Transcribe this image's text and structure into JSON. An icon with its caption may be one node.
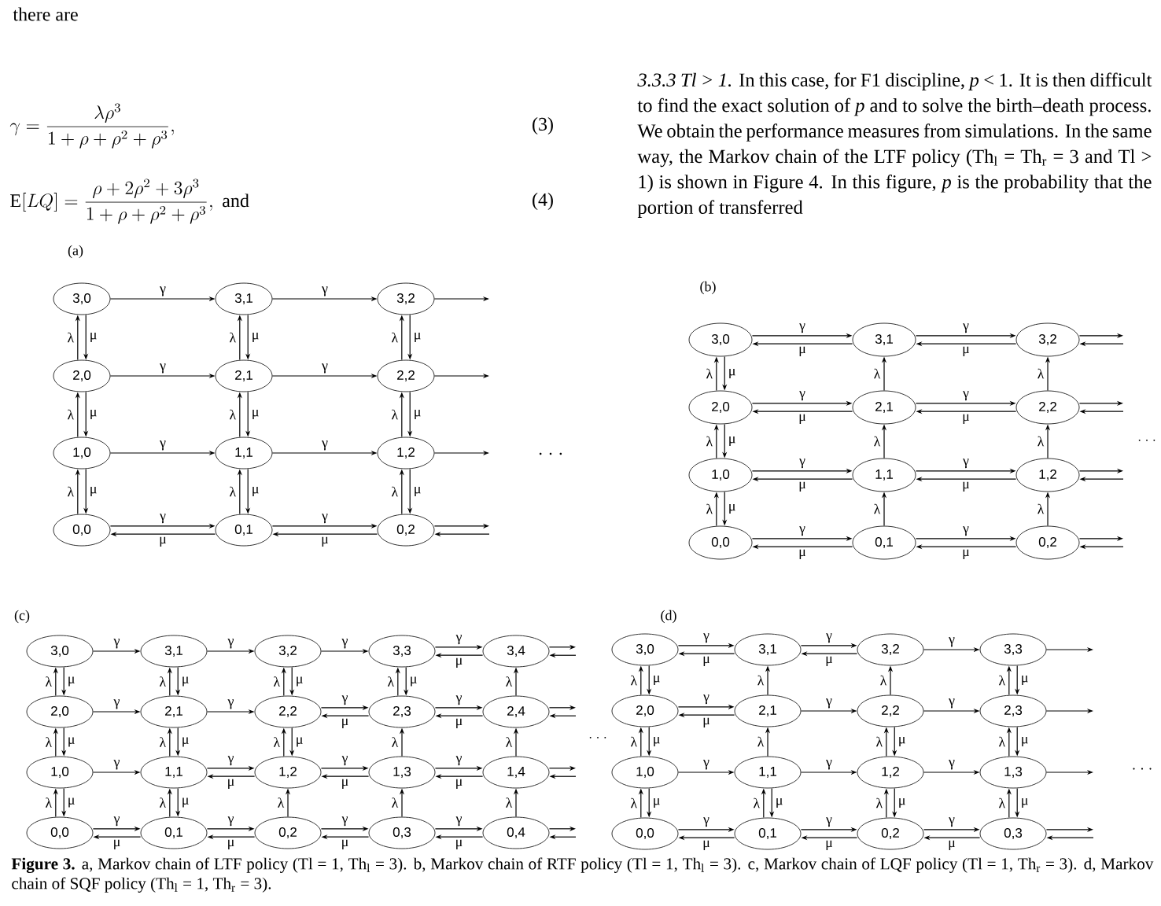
{
  "diagram": {
    "caption": "**Figure 3.** a, Markov chain of LTF policy (Tl = 1, Th$_{l}$ = 3). b, Markov chain of RTF policy (Tl = 1, Th$_{l}$ = 3). c, Markov chain of LQF policy (Tl = 1, Th$_{r}$ = 3). d, Markov chain of SQF policy (Th$_{l}$ = 1, Th$_{r}$ = 3).",
    "nodes": [
      {
        "text": [
          "3,0"
        ]
      },
      {
        "text": [
          "3,1"
        ]
      },
      {
        "text": [
          "3,2"
        ]
      },
      {
        "text": [
          "2,0"
        ]
      },
      {
        "text": [
          "2,1"
        ]
      },
      {
        "text": [
          "2,2"
        ]
      },
      {
        "text": [
          "1,0"
        ]
      },
      {
        "text": [
          "1,1"
        ]
      },
      {
        "text": [
          "1,2"
        ]
      },
      {
        "text": [
          "0,0"
        ]
      },
      {
        "text": [
          "0,1"
        ]
      },
      {
        "text": [
          "0,2"
        ]
      },
      {
        "text": [
          "3,0"
        ]
      },
      {
        "text": [
          "3,1"
        ]
      },
      {
        "text": [
          "3,2"
        ]
      },
      {
        "text": [
          "2,0"
        ]
      },
      {
        "text": [
          "2,1"
        ]
      },
      {
        "text": [
          "2,2"
        ]
      },
      {
        "text": [
          "1,0"
        ]
      },
      {
        "text": [
          "1,1"
        ]
      },
      {
        "text": [
          "1,2"
        ]
      },
      {
        "text": [
          "0,0"
        ]
      },
      {
        "text": [
          "0,1"
        ]
      },
      {
        "text": [
          "0,2"
        ]
      },
      {
        "text": [
          "3,0"
        ]
      },
      {
        "text": [
          "3,1"
        ]
      },
      {
        "text": [
          "3,2"
        ]
      },
      {
        "text": [
          "3,3"
        ]
      },
      {
        "text": [
          "3,4"
        ]
      },
      {
        "text": [
          "2,0"
        ]
      },
      {
        "text": [
          "2,1"
        ]
      },
      {
        "text": [
          "2,2"
        ]
      },
      {
        "text": [
          "2,3"
        ]
      },
      {
        "text": [
          "2,4"
        ]
      },
      {
        "text": [
          "1,0"
        ]
      },
      {
        "text": [
          "1,1"
        ]
      },
      {
        "text": [
          "1,2"
        ]
      },
      {
        "text": [
          "1,3"
        ]
      },
      {
        "text": [
          "1,4"
        ]
      },
      {
        "text": [
          "0,0"
        ]
      },
      {
        "text": [
          "0,1"
        ]
      },
      {
        "text": [
          "0,2"
        ]
      },
      {
        "text": [
          "0,3"
        ]
      },
      {
        "text": [
          "0,4"
        ]
      },
      {
        "text": [
          "3,0"
        ]
      },
      {
        "text": [
          "3,1"
        ]
      },
      {
        "text": [
          "3,2"
        ]
      },
      {
        "text": [
          "3,3"
        ]
      },
      {
        "text": [
          "2,0"
        ]
      },
      {
        "text": [
          "2,1"
        ]
      },
      {
        "text": [
          "2,2"
        ]
      },
      {
        "text": [
          "2,3"
        ]
      },
      {
        "text": [
          "1,0"
        ]
      },
      {
        "text": [
          "1,1"
        ]
      },
      {
        "text": [
          "1,2"
        ]
      },
      {
        "text": [
          "1,3"
        ]
      },
      {
        "text": [
          "0,0"
        ]
      },
      {
        "text": [
          "0,1"
        ]
      },
      {
        "text": [
          "0,2"
        ]
      },
      {
        "text": [
          "0,3"
        ]
      }
    ],
    "edges": [
      {
        "from": 0,
        "to": 1,
        "arrow": "to",
        "label": "γ"
      },
      {
        "from": 1,
        "to": 2,
        "arrow": "to",
        "label": "γ"
      },
      {
        "from": 3,
        "to": 4,
        "arrow": "to",
        "label": "γ"
      },
      {
        "from": 4,
        "to": 5,
        "arrow": "to",
        "label": "γ"
      },
      {
        "from": 6,
        "to": 7,
        "arrow": "to",
        "label": "γ"
      },
      {
        "from": 7,
        "to": 8,
        "arrow": "to",
        "label": "γ"
      },
      {
        "from": 9,
        "to": 10,
        "arrow": "to",
        "label": "γ"
      },
      {
        "from": 10,
        "to": 11,
        "arrow": "to",
        "label": "γ"
      },
      {
        "from": 10,
        "to": 9,
        "arrow": "to",
        "label": "μ"
      },
      {
        "from": 11,
        "to": 10,
        "arrow": "to",
        "label": "μ"
      },
      {
        "from": 2,
        "to": null,
        "arrow": "to"
      },
      {
        "from": 5,
        "to": null,
        "arrow": "to"
      },
      {
        "from": 8,
        "to": null,
        "arrow": "to"
      },
      {
        "from": 11,
        "to": null,
        "arrow": "to"
      },
      {
        "from": null,
        "to": 11,
        "arrow": "to"
      },
      {
        "from": 9,
        "to": 6,
        "arrow": "to",
        "label": "λ"
      },
      {
        "from": 6,
        "to": 3,
        "arrow": "to",
        "label": "λ"
      },
      {
        "from": 3,
        "to": 0,
        "arrow": "to",
        "label": "λ"
      },
      {
        "from": 10,
        "to": 7,
        "arrow": "to",
        "label": "λ"
      },
      {
        "from": 7,
        "to": 4,
        "arrow": "to",
        "label": "λ"
      },
      {
        "from": 4,
        "to": 1,
        "arrow": "to",
        "label": "λ"
      },
      {
        "from": 11,
        "to": 8,
        "arrow": "to",
        "label": "λ"
      },
      {
        "from": 8,
        "to": 5,
        "arrow": "to",
        "label": "λ"
      },
      {
        "from": 5,
        "to": 2,
        "arrow": "to",
        "label": "λ"
      },
      {
        "from": 0,
        "to": 3,
        "arrow": "to",
        "label": "μ"
      },
      {
        "from": 3,
        "to": 6,
        "arrow": "to",
        "label": "μ"
      },
      {
        "from": 6,
        "to": 9,
        "arrow": "to",
        "label": "μ"
      },
      {
        "from": 1,
        "to": 4,
        "arrow": "to",
        "label": "μ"
      },
      {
        "from": 4,
        "to": 7,
        "arrow": "to",
        "label": "μ"
      },
      {
        "from": 7,
        "to": 10,
        "arrow": "to",
        "label": "μ"
      },
      {
        "from": 2,
        "to": 5,
        "arrow": "to",
        "label": "μ"
      },
      {
        "from": 5,
        "to": 8,
        "arrow": "to",
        "label": "μ"
      },
      {
        "from": 8,
        "to": 11,
        "arrow": "to",
        "label": "μ"
      },
      {
        "from": 12,
        "to": 13,
        "arrow": "to",
        "label": "γ"
      },
      {
        "from": 13,
        "to": 14,
        "arrow": "to",
        "label": "γ"
      },
      {
        "from": 15,
        "to": 16,
        "arrow": "to",
        "label": "γ"
      },
      {
        "from": 16,
        "to": 17,
        "arrow": "to",
        "label": "γ"
      },
      {
        "from": 18,
        "to": 19,
        "arrow": "to",
        "label": "γ"
      },
      {
        "from": 19,
        "to": 20,
        "arrow": "to",
        "label": "γ"
      },
      {
        "from": 21,
        "to": 22,
        "arrow": "to",
        "label": "γ"
      },
      {
        "from": 22,
        "to": 23,
        "arrow": "to",
        "label": "γ"
      },
      {
        "from": 13,
        "to": 12,
        "arrow": "to",
        "label": "μ"
      },
      {
        "from": 14,
        "to": 13,
        "arrow": "to",
        "label": "μ"
      },
      {
        "from": 16,
        "to": 15,
        "arrow": "to",
        "label": "μ"
      },
      {
        "from": 17,
        "to": 16,
        "arrow": "to",
        "label": "μ"
      },
      {
        "from": 19,
        "to": 18,
        "arrow": "to",
        "label": "μ"
      },
      {
        "from": 20,
        "to": 19,
        "arrow": "to",
        "label": "μ"
      },
      {
        "from": 22,
        "to": 21,
        "arrow": "to",
        "label": "μ"
      },
      {
        "from": 23,
        "to": 22,
        "arrow": "to",
        "label": "μ"
      },
      {
        "from": 14,
        "to": null,
        "arrow": "to"
      },
      {
        "from": null,
        "to": 14,
        "arrow": "to"
      },
      {
        "from": 17,
        "to": null,
        "arrow": "to"
      },
      {
        "from": null,
        "to": 17,
        "arrow": "to"
      },
      {
        "from": 20,
        "to": null,
        "arrow": "to"
      },
      {
        "from": null,
        "to": 20,
        "arrow": "to"
      },
      {
        "from": 23,
        "to": null,
        "arrow": "to"
      },
      {
        "from": null,
        "to": 23,
        "arrow": "to"
      },
      {
        "from": 21,
        "to": 18,
        "arrow": "to",
        "label": "λ"
      },
      {
        "from": 18,
        "to": 15,
        "arrow": "to",
        "label": "λ"
      },
      {
        "from": 15,
        "to": 12,
        "arrow": "to",
        "label": "λ"
      },
      {
        "from": 12,
        "to": 15,
        "arrow": "to",
        "label": "μ"
      },
      {
        "from": 15,
        "to": 18,
        "arrow": "to",
        "label": "μ"
      },
      {
        "from": 18,
        "to": 21,
        "arrow": "to",
        "label": "μ"
      },
      {
        "from": 22,
        "to": 19,
        "arrow": "to",
        "label": "λ"
      },
      {
        "from": 19,
        "to": 16,
        "arrow": "to",
        "label": "λ"
      },
      {
        "from": 16,
        "to": 13,
        "arrow": "to",
        "label": "λ"
      },
      {
        "from": 23,
        "to": 20,
        "arrow": "to",
        "label": "λ"
      },
      {
        "from": 20,
        "to": 17,
        "arrow": "to",
        "label": "λ"
      },
      {
        "from": 17,
        "to": 14,
        "arrow": "to",
        "label": "λ"
      },
      {
        "from": 24,
        "to": 25,
        "arrow": "to",
        "label": "γ"
      },
      {
        "from": 25,
        "to": 26,
        "arrow": "to",
        "label": "γ"
      },
      {
        "from": 26,
        "to": 27,
        "arrow": "to",
        "label": "γ"
      },
      {
        "from": 27,
        "to": 28,
        "arrow": "to",
        "label": "γ"
      },
      {
        "from": 28,
        "to": 27,
        "arrow": "to",
        "label": "μ"
      },
      {
        "from": 28,
        "to": null,
        "arrow": "to"
      },
      {
        "from": null,
        "to": 28,
        "arrow": "to"
      },
      {
        "from": 29,
        "to": 30,
        "arrow": "to",
        "label": "γ"
      },
      {
        "from": 30,
        "to": 31,
        "arrow": "to",
        "label": "γ"
      },
      {
        "from": 31,
        "to": 32,
        "arrow": "to",
        "label": "γ"
      },
      {
        "from": 32,
        "to": 33,
        "arrow": "to",
        "label": "γ"
      },
      {
        "from": 32,
        "to": 31,
        "arrow": "to",
        "label": "μ"
      },
      {
        "from": 33,
        "to": 32,
        "arrow": "to",
        "label": "μ"
      },
      {
        "from": 33,
        "to": null,
        "arrow": "to"
      },
      {
        "from": null,
        "to": 33,
        "arrow": "to"
      },
      {
        "from": 34,
        "to": 35,
        "arrow": "to",
        "label": "γ"
      },
      {
        "from": 35,
        "to": 36,
        "arrow": "to",
        "label": "γ"
      },
      {
        "from": 36,
        "to": 37,
        "arrow": "to",
        "label": "γ"
      },
      {
        "from": 37,
        "to": 38,
        "arrow": "to",
        "label": "γ"
      },
      {
        "from": 36,
        "to": 35,
        "arrow": "to",
        "label": "μ"
      },
      {
        "from": 37,
        "to": 36,
        "arrow": "to",
        "label": "μ"
      },
      {
        "from": 38,
        "to": 37,
        "arrow": "to",
        "label": "μ"
      },
      {
        "from": 38,
        "to": null,
        "arrow": "to"
      },
      {
        "from": null,
        "to": 38,
        "arrow": "to"
      },
      {
        "from": 39,
        "to": 40,
        "arrow": "to",
        "label": "γ"
      },
      {
        "from": 40,
        "to": 41,
        "arrow": "to",
        "label": "γ"
      },
      {
        "from": 41,
        "to": 42,
        "arrow": "to",
        "label": "γ"
      },
      {
        "from": 42,
        "to": 43,
        "arrow": "to",
        "label": "γ"
      },
      {
        "from": 40,
        "to": 39,
        "arrow": "to",
        "label": "μ"
      },
      {
        "from": 41,
        "to": 40,
        "arrow": "to",
        "label": "μ"
      },
      {
        "from": 42,
        "to": 41,
        "arrow": "to",
        "label": "μ"
      },
      {
        "from": 43,
        "to": 42,
        "arrow": "to",
        "label": "μ"
      },
      {
        "from": 43,
        "to": null,
        "arrow": "to"
      },
      {
        "from": null,
        "to": 43,
        "arrow": "to"
      },
      {
        "from": 39,
        "to": 34,
        "arrow": "to",
        "label": "λ"
      },
      {
        "from": 34,
        "to": 29,
        "arrow": "to",
        "label": "λ"
      },
      {
        "from": 29,
        "to": 24,
        "arrow": "to",
        "label": "λ"
      },
      {
        "from": 24,
        "to": 29,
        "arrow": "to",
        "label": "μ"
      },
      {
        "from": 29,
        "to": 34,
        "arrow": "to",
        "label": "μ"
      },
      {
        "from": 34,
        "to": 39,
        "arrow": "to",
        "label": "μ"
      },
      {
        "from": 40,
        "to": 35,
        "arrow": "to",
        "label": "λ"
      },
      {
        "from": 35,
        "to": 30,
        "arrow": "to",
        "label": "λ"
      },
      {
        "from": 30,
        "to": 25,
        "arrow": "to",
        "label": "λ"
      },
      {
        "from": 25,
        "to": 30,
        "arrow": "to",
        "label": "μ"
      },
      {
        "from": 30,
        "to": 35,
        "arrow": "to",
        "label": "μ"
      },
      {
        "from": 35,
        "to": 40,
        "arrow": "to",
        "label": "μ"
      },
      {
        "from": 41,
        "to": 36,
        "arrow": "to",
        "label": "λ"
      },
      {
        "from": 36,
        "to": 31,
        "arrow": "to",
        "label": "λ"
      },
      {
        "from": 31,
        "to": 26,
        "arrow": "to",
        "label": "λ"
      },
      {
        "from": 26,
        "to": 31,
        "arrow": "to",
        "label": "μ"
      },
      {
        "from": 31,
        "to": 36,
        "arrow": "to",
        "label": "μ"
      },
      {
        "from": 42,
        "to": 37,
        "arrow": "to",
        "label": "λ"
      },
      {
        "from": 37,
        "to": 32,
        "arrow": "to",
        "label": "λ"
      },
      {
        "from": 32,
        "to": 27,
        "arrow": "to",
        "label": "λ"
      },
      {
        "from": 27,
        "to": 32,
        "arrow": "to",
        "label": "μ"
      },
      {
        "from": 43,
        "to": 38,
        "arrow": "to",
        "label": "λ"
      },
      {
        "from": 38,
        "to": 33,
        "arrow": "to",
        "label": "λ"
      },
      {
        "from": 33,
        "to": 28,
        "arrow": "to",
        "label": "λ"
      },
      {
        "from": 44,
        "to": 45,
        "arrow": "to",
        "label": "γ"
      },
      {
        "from": 45,
        "to": 46,
        "arrow": "to",
        "label": "γ"
      },
      {
        "from": 46,
        "to": 47,
        "arrow": "to",
        "label": "γ"
      },
      {
        "from": 45,
        "to": 44,
        "arrow": "to",
        "label": "μ"
      },
      {
        "from": 46,
        "to": 45,
        "arrow": "to",
        "label": "μ"
      },
      {
        "from": 47,
        "to": null,
        "arrow": "to"
      },
      {
        "from": 48,
        "to": 49,
        "arrow": "to",
        "label": "γ"
      },
      {
        "from": 49,
        "to": 50,
        "arrow": "to",
        "label": "γ"
      },
      {
        "from": 50,
        "to": 51,
        "arrow": "to",
        "label": "γ"
      },
      {
        "from": 49,
        "to": 48,
        "arrow": "to",
        "label": "μ"
      },
      {
        "from": 51,
        "to": null,
        "arrow": "to"
      },
      {
        "from": 52,
        "to": 53,
        "arrow": "to",
        "label": "γ"
      },
      {
        "from": 53,
        "to": 54,
        "arrow": "to",
        "label": "γ"
      },
      {
        "from": 54,
        "to": 55,
        "arrow": "to",
        "label": "γ"
      },
      {
        "from": 55,
        "to": null,
        "arrow": "to"
      },
      {
        "from": 56,
        "to": 57,
        "arrow": "to",
        "label": "γ"
      },
      {
        "from": 57,
        "to": 58,
        "arrow": "to",
        "label": "γ"
      },
      {
        "from": 58,
        "to": 59,
        "arrow": "to",
        "label": "γ"
      },
      {
        "from": 57,
        "to": 56,
        "arrow": "to",
        "label": "μ"
      },
      {
        "from": 58,
        "to": 57,
        "arrow": "to",
        "label": "μ"
      },
      {
        "from": 59,
        "to": 58,
        "arrow": "to",
        "label": "μ"
      },
      {
        "from": 59,
        "to": null,
        "arrow": "to"
      },
      {
        "from": null,
        "to": 59,
        "arrow": "to"
      },
      {
        "from": 56,
        "to": 52,
        "arrow": "to",
        "label": "λ"
      },
      {
        "from": 52,
        "to": 48,
        "arrow": "to",
        "label": "λ"
      },
      {
        "from": 48,
        "to": 44,
        "arrow": "to",
        "label": "λ"
      },
      {
        "from": 44,
        "to": 48,
        "arrow": "to",
        "label": "μ"
      },
      {
        "from": 48,
        "to": 52,
        "arrow": "to",
        "label": "μ"
      },
      {
        "from": 52,
        "to": 56,
        "arrow": "to",
        "label": "μ"
      },
      {
        "from": 57,
        "to": 53,
        "arrow": "to",
        "label": "λ"
      },
      {
        "from": 53,
        "to": 49,
        "arrow": "to",
        "label": "λ"
      },
      {
        "from": 49,
        "to": 45,
        "arrow": "to",
        "label": "λ"
      },
      {
        "from": 53,
        "to": 57,
        "arrow": "to",
        "label": "μ"
      },
      {
        "from": 58,
        "to": 54,
        "arrow": "to",
        "label": "λ"
      },
      {
        "from": 54,
        "to": 50,
        "arrow": "to",
        "label": "λ"
      },
      {
        "from": 50,
        "to": 46,
        "arrow": "to",
        "label": "λ"
      },
      {
        "from": 50,
        "to": 54,
        "arrow": "to",
        "label": "μ"
      },
      {
        "from": 54,
        "to": 58,
        "arrow": "to",
        "label": "μ"
      },
      {
        "from": 59,
        "to": 55,
        "arrow": "to",
        "label": "λ"
      },
      {
        "from": 55,
        "to": 51,
        "arrow": "to",
        "label": "λ"
      },
      {
        "from": 51,
        "to": 47,
        "arrow": "to",
        "label": "λ"
      },
      {
        "from": 47,
        "to": 51,
        "arrow": "to",
        "label": "μ"
      },
      {
        "from": 51,
        "to": 55,
        "arrow": "to",
        "label": "μ"
      },
      {
        "from": 55,
        "to": 59,
        "arrow": "to",
        "label": "μ"
      }
    ],
    "labels": [
      "there are",
      "\\gamma = \\frac{\\lambda\\rho^{3}}{1 + \\rho + \\rho^{2} + \\rho^{3}},",
      "(3)",
      "\\mathrm{E}[LQ] = \\frac{\\rho + 2\\rho^{2} + 3\\rho^{3}}{1 + \\rho + \\rho^{2} + \\rho^{3}},\\;\\mbox{and}",
      "(4)",
      "*3.3.3 Tl > 1.* In this case, for F1 discipline, *p* < 1. It is then difficult to find the exact solution of *p* and to solve the birth–death process. We obtain the performance measures from simulations. In the same way, the Markov chain of the LTF policy (Th$_{l}$ = Th$_{r}$ = 3 and Tl > 1) is shown in Figure 4. In this figure, *p* is the probability that the portion of transferred",
      "(a)",
      "· · ·",
      "(b)",
      "· · ·",
      "(c)",
      "(d)",
      "· · ·",
      "· · ·"
    ]
  }
}
